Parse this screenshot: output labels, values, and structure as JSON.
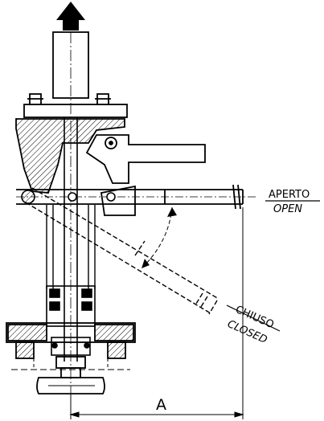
{
  "labels": {
    "open_it": "APERTO",
    "open_en": "OPEN",
    "closed_it": "CHIUSO",
    "closed_en": "CLOSED",
    "dimension": "A"
  }
}
